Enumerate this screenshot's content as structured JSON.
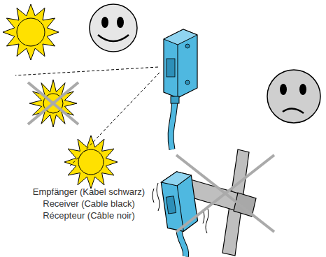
{
  "diagram": {
    "labels": [
      "Empfänger (Kabel schwarz)",
      "Receiver (Cable black)",
      "Récepteur (Câble noir)"
    ]
  }
}
